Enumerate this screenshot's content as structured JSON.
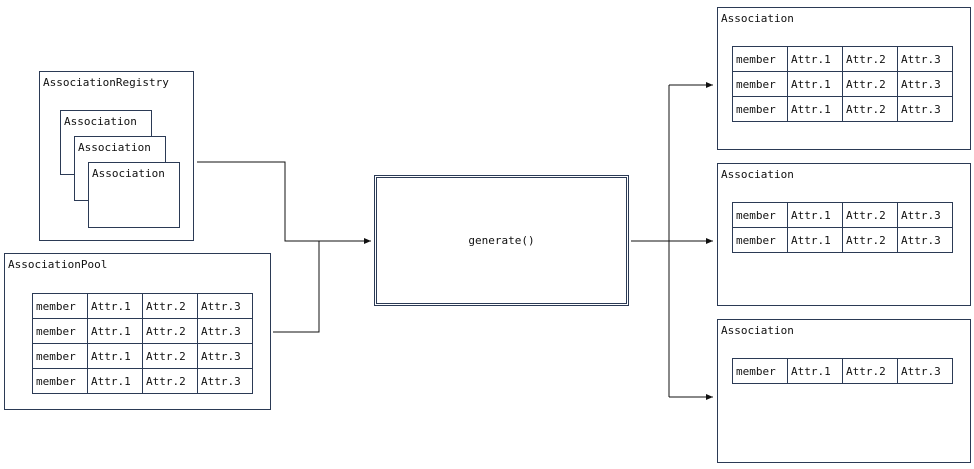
{
  "registry": {
    "title": "AssociationRegistry",
    "stack": [
      "Association",
      "Association",
      "Association"
    ]
  },
  "pool": {
    "title": "AssociationPool",
    "rows": [
      [
        "member",
        "Attr.1",
        "Attr.2",
        "Attr.3"
      ],
      [
        "member",
        "Attr.1",
        "Attr.2",
        "Attr.3"
      ],
      [
        "member",
        "Attr.1",
        "Attr.2",
        "Attr.3"
      ],
      [
        "member",
        "Attr.1",
        "Attr.2",
        "Attr.3"
      ]
    ]
  },
  "process": {
    "label": "generate()"
  },
  "outputs": [
    {
      "title": "Association",
      "rows": [
        [
          "member",
          "Attr.1",
          "Attr.2",
          "Attr.3"
        ],
        [
          "member",
          "Attr.1",
          "Attr.2",
          "Attr.3"
        ],
        [
          "member",
          "Attr.1",
          "Attr.2",
          "Attr.3"
        ]
      ]
    },
    {
      "title": "Association",
      "rows": [
        [
          "member",
          "Attr.1",
          "Attr.2",
          "Attr.3"
        ],
        [
          "member",
          "Attr.1",
          "Attr.2",
          "Attr.3"
        ]
      ]
    },
    {
      "title": "Association",
      "rows": [
        [
          "member",
          "Attr.1",
          "Attr.2",
          "Attr.3"
        ]
      ]
    }
  ]
}
